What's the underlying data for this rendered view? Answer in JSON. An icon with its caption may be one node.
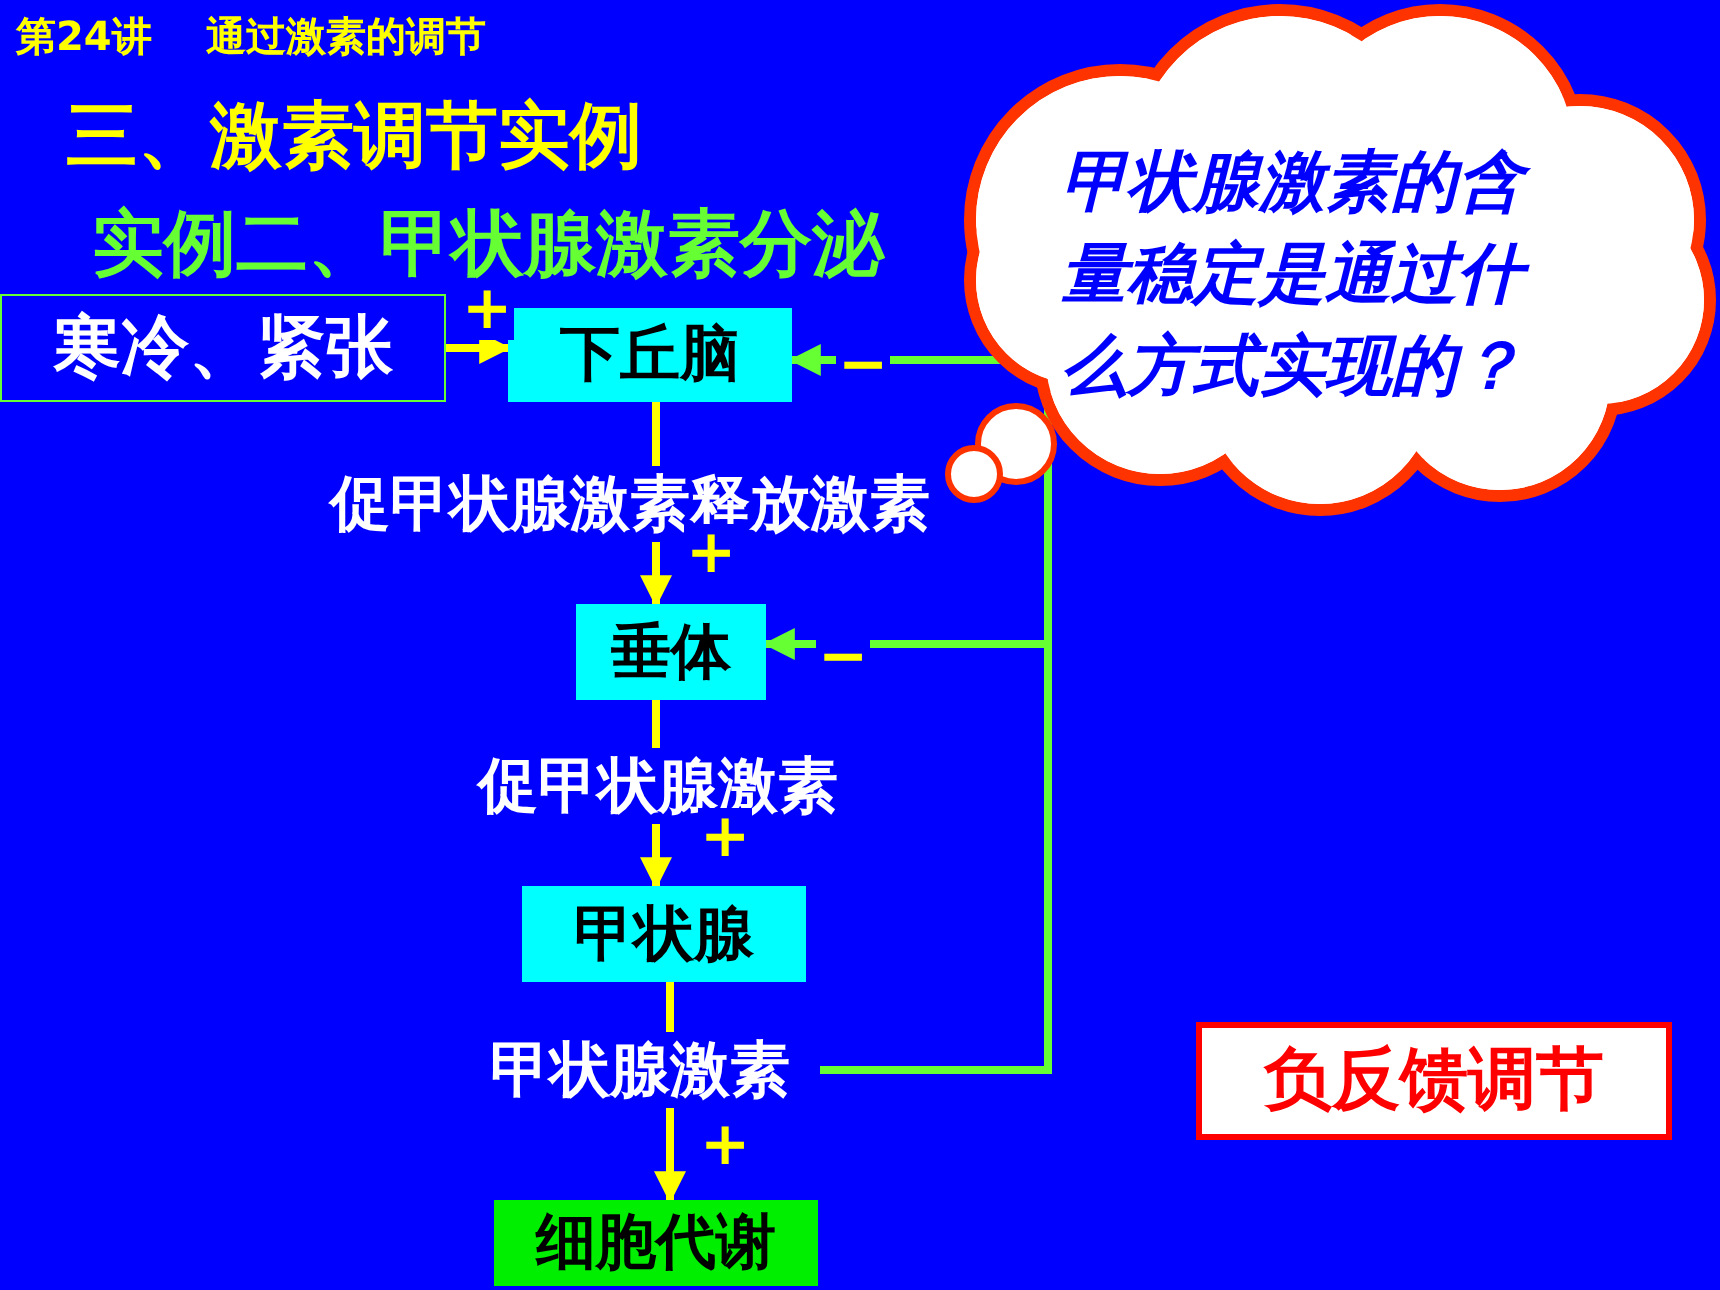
{
  "diagram": {
    "title": "三、激素调节实例",
    "nodes": [
      {
        "text": [
          "寒冷、紧张"
        ]
      },
      {
        "text": [
          "下丘脑"
        ]
      },
      {
        "text": [
          "促甲状腺激素释放激素"
        ]
      },
      {
        "text": [
          "垂体"
        ]
      },
      {
        "text": [
          "促甲状腺激素"
        ]
      },
      {
        "text": [
          "甲状腺"
        ]
      },
      {
        "text": [
          "甲状腺激素"
        ]
      },
      {
        "text": [
          "细胞代谢"
        ]
      },
      {
        "text": [
          "甲状腺激素的含量稳定是通过什么方式实现的？"
        ]
      },
      {
        "text": [
          "负反馈调节"
        ]
      }
    ],
    "edges": [
      {
        "from": 0,
        "to": 1,
        "arrow": "to",
        "label": "+"
      },
      {
        "from": 1,
        "to": 2,
        "arrow": "none"
      },
      {
        "from": 2,
        "to": 3,
        "arrow": "to",
        "label": "+"
      },
      {
        "from": 3,
        "to": 4,
        "arrow": "none"
      },
      {
        "from": 4,
        "to": 5,
        "arrow": "to",
        "label": "+"
      },
      {
        "from": 5,
        "to": 6,
        "arrow": "none"
      },
      {
        "from": 6,
        "to": 7,
        "arrow": "to",
        "label": "+"
      },
      {
        "from": 6,
        "to": 1,
        "arrow": "to",
        "label": "−",
        "color": "#66ff33"
      },
      {
        "from": 6,
        "to": 3,
        "arrow": "to",
        "label": "−",
        "color": "#66ff33"
      }
    ],
    "labels": [
      "第24讲",
      "通过激素的调节",
      "实例二、甲状腺激素分泌"
    ]
  }
}
